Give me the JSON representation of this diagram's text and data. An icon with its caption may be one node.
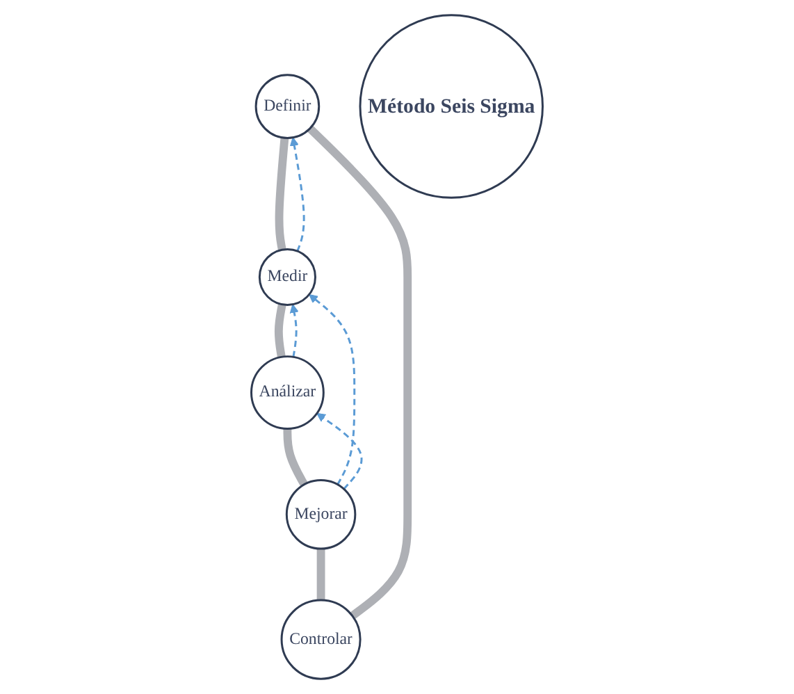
{
  "diagram": {
    "nodes": [
      {
        "text": [
          "Definir"
        ]
      },
      {
        "text": [
          "Controlar"
        ]
      },
      {
        "text": [
          "Método Seis Sigma"
        ]
      },
      {
        "text": [
          "Medir"
        ]
      },
      {
        "text": [
          "Mejorar"
        ]
      },
      {
        "text": [
          "Análizar"
        ]
      }
    ],
    "edges": [
      {
        "from": 0,
        "to": 3,
        "arrow": "none"
      },
      {
        "from": 3,
        "to": 5,
        "arrow": "none"
      },
      {
        "from": 5,
        "to": 4,
        "arrow": "none"
      },
      {
        "from": 4,
        "to": 1,
        "arrow": "none"
      },
      {
        "from": 1,
        "to": 0,
        "arrow": "none"
      },
      {
        "from": 3,
        "to": 0,
        "arrow": "to",
        "style": "dashed",
        "color": "#5b9bd5"
      },
      {
        "from": 4,
        "to": 3,
        "arrow": "to",
        "style": "dashed",
        "color": "#5b9bd5"
      },
      {
        "from": 4,
        "to": 5,
        "arrow": "to",
        "style": "dashed",
        "color": "#5b9bd5"
      },
      {
        "from": 5,
        "to": 3,
        "arrow": "to",
        "style": "dashed",
        "color": "#5b9bd5"
      }
    ]
  }
}
